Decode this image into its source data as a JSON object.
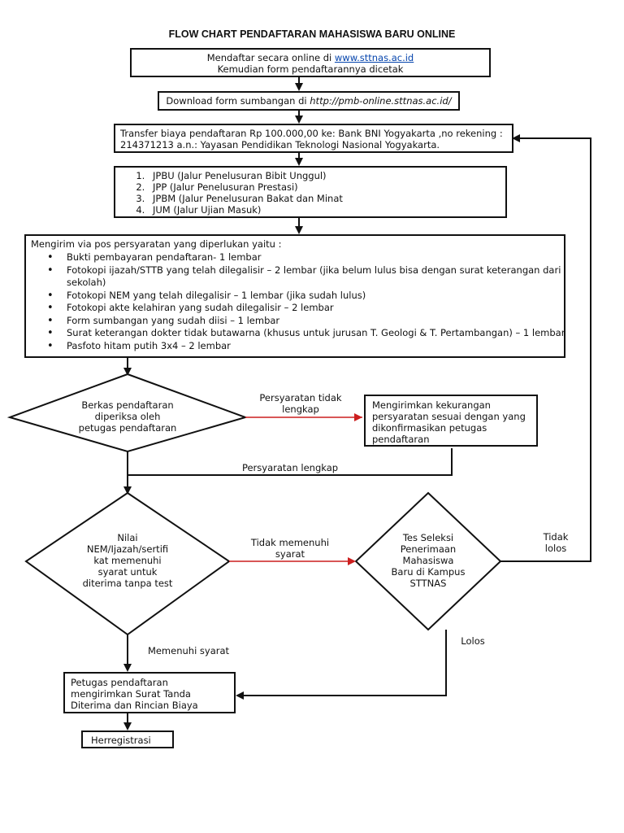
{
  "title": "FLOW CHART PENDAFTARAN MAHASISWA BARU ONLINE",
  "colors": {
    "stroke": "#111111",
    "negative_arrow": "#cc1f1f",
    "link": "#0645ad"
  },
  "steps": {
    "register": {
      "line1_prefix": "Mendaftar secara online di ",
      "line1_link": "www.sttnas.ac.id",
      "line2": "Kemudian form pendaftarannya dicetak"
    },
    "download": {
      "prefix": "Download form sumbangan di ",
      "url": "http://pmb-online.sttnas.ac.id/"
    },
    "transfer": {
      "line1": "Transfer biaya pendaftaran Rp 100.000,00 ke: Bank BNI Yogyakarta ,no rekening :",
      "line2": "214371213 a.n.: Yayasan Pendidikan Teknologi Nasional Yogyakarta."
    },
    "paths": [
      "JPBU (Jalur Penelusuran Bibit Unggul)",
      "JPP (Jalur Penelusuran Prestasi)",
      "JPBM (Jalur Penelusuran Bakat dan Minat",
      "JUM (Jalur Ujian Masuk)"
    ],
    "requirements": {
      "intro": "Mengirim via pos persyaratan yang diperlukan yaitu :",
      "items": [
        "Bukti pembayaran pendaftaran- 1 lembar",
        "Fotokopi ijazah/STTB yang telah dilegalisir – 2 lembar (jika belum lulus bisa dengan surat keterangan dari sekolah)",
        "Fotokopi NEM yang telah dilegalisir – 1 lembar (jika sudah lulus)",
        "Fotokopi akte kelahiran yang sudah dilegalisir – 2 lembar",
        "Form sumbangan yang sudah diisi – 1 lembar",
        "Surat keterangan dokter tidak butawarna (khusus untuk jurusan T. Geologi & T. Pertambangan) – 1 lembar",
        "Pasfoto hitam putih 3x4 – 2 lembar"
      ]
    },
    "check_decision": [
      "Berkas pendaftaran",
      "diperiksa oleh",
      "petugas pendaftaran"
    ],
    "incomplete_label": [
      "Persyaratan tidak",
      "lengkap"
    ],
    "incomplete_box": [
      "Mengirimkan kekurangan",
      "persyaratan sesuai dengan yang",
      "dikonfirmasikan petugas",
      "pendaftaran"
    ],
    "complete_label": "Persyaratan lengkap",
    "score_decision": [
      "Nilai",
      "NEM/Ijazah/sertifi",
      "kat memenuhi",
      "syarat untuk",
      "diterima tanpa test"
    ],
    "not_meet_label": [
      "Tidak memenuhi",
      "syarat"
    ],
    "test_decision": [
      "Tes Seleksi",
      "Penerimaan",
      "Mahasiswa",
      "Baru di Kampus",
      "STTNAS"
    ],
    "fail_label": [
      "Tidak",
      "lolos"
    ],
    "pass_label": "Lolos",
    "meet_label": "Memenuhi syarat",
    "notice_box": [
      "Petugas pendaftaran",
      "mengirimkan Surat Tanda",
      "Diterima dan Rincian Biaya"
    ],
    "reregister": "Herregistrasi"
  }
}
